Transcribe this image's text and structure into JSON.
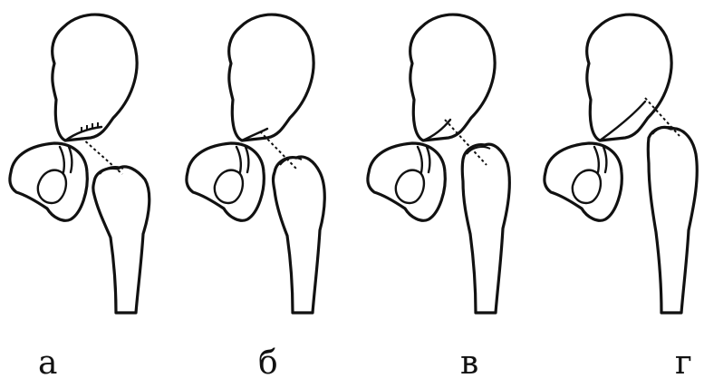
{
  "panels": [
    {
      "id": "a",
      "label": "а",
      "stage": 0
    },
    {
      "id": "b",
      "label": "б",
      "stage": 1
    },
    {
      "id": "v",
      "label": "в",
      "stage": 2
    },
    {
      "id": "g",
      "label": "г",
      "stage": 3
    }
  ]
}
